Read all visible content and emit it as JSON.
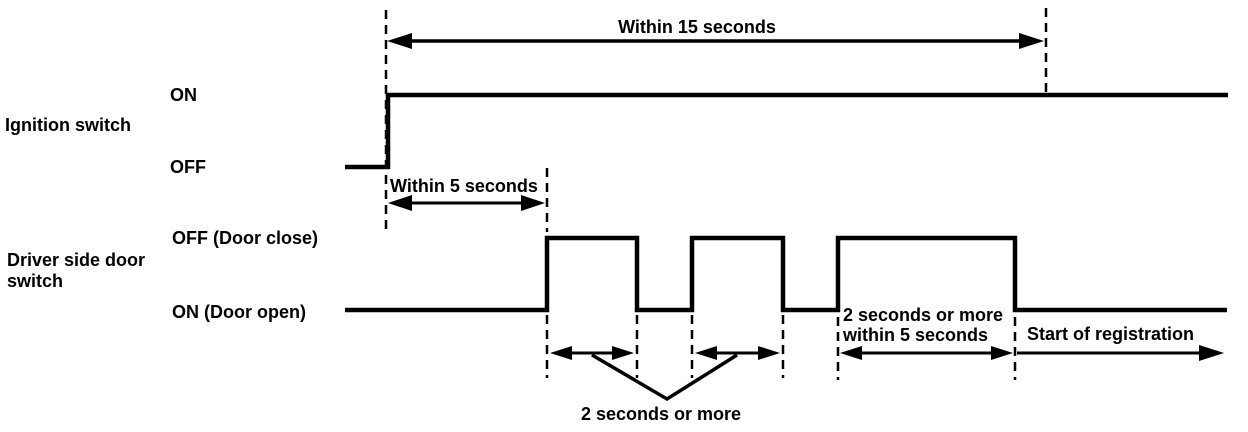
{
  "diagram": {
    "colors": {
      "ink": "#000000",
      "background": "#ffffff"
    },
    "ignition": {
      "label": "Ignition switch",
      "high_label": "ON",
      "low_label": "OFF"
    },
    "door": {
      "label_line1": "Driver side door",
      "label_line2": "switch",
      "high_label": "OFF (Door close)",
      "low_label": "ON (Door open)"
    },
    "annotations": {
      "within_15_seconds": "Within 15 seconds",
      "within_5_seconds": "Within 5 seconds",
      "pulse_width_note": "2 seconds or more",
      "final_pulse_note_line1": "2 seconds or more",
      "final_pulse_note_line2": "within 5 seconds",
      "start_of_registration": "Start of registration"
    }
  }
}
